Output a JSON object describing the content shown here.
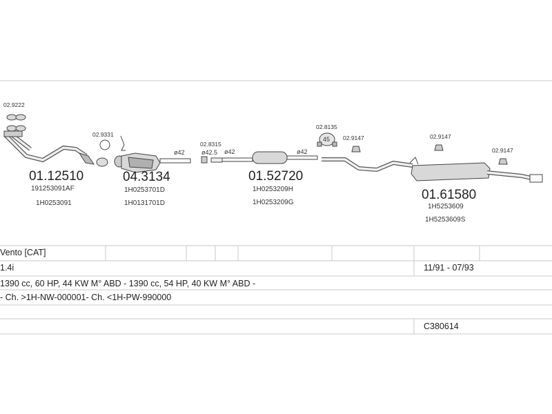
{
  "parts": {
    "p1": {
      "small_code": "02.9222",
      "main_code": "01.12510",
      "refs": [
        "191253091AF",
        "1H0253091"
      ]
    },
    "p2": {
      "small_code": "02.9331",
      "main_code": "04.3134",
      "refs": [
        "1H0253701D",
        "1H0131701D"
      ],
      "diameter": "ø42"
    },
    "p3": {
      "small_code": "02.8315",
      "main_code": "01.52720",
      "refs": [
        "1H0253209H",
        "1H0253209G"
      ],
      "clamp_left": "ø42.5",
      "diameter_left": "ø42",
      "diameter_right": "ø42"
    },
    "p4": {
      "small_code": "02.8135",
      "badge": "45"
    },
    "p5": {
      "hanger_codes": [
        "02.9147",
        "02.9147",
        "02.9147"
      ],
      "main_code": "01.61580",
      "refs": [
        "1H5253609",
        "1H5253609S"
      ]
    }
  },
  "table": {
    "model": "Vento  [CAT]",
    "engine": "1.4i",
    "date_range": "11/91 - 07/93",
    "engine_details": "1390 cc, 60 HP, 44 KW M° ABD - 1390 cc, 54 HP, 40 KW M° ABD -",
    "chassis": "- Ch. >1H-NW-000001- Ch. <1H-PW-990000",
    "catalog_code": "C380614"
  }
}
